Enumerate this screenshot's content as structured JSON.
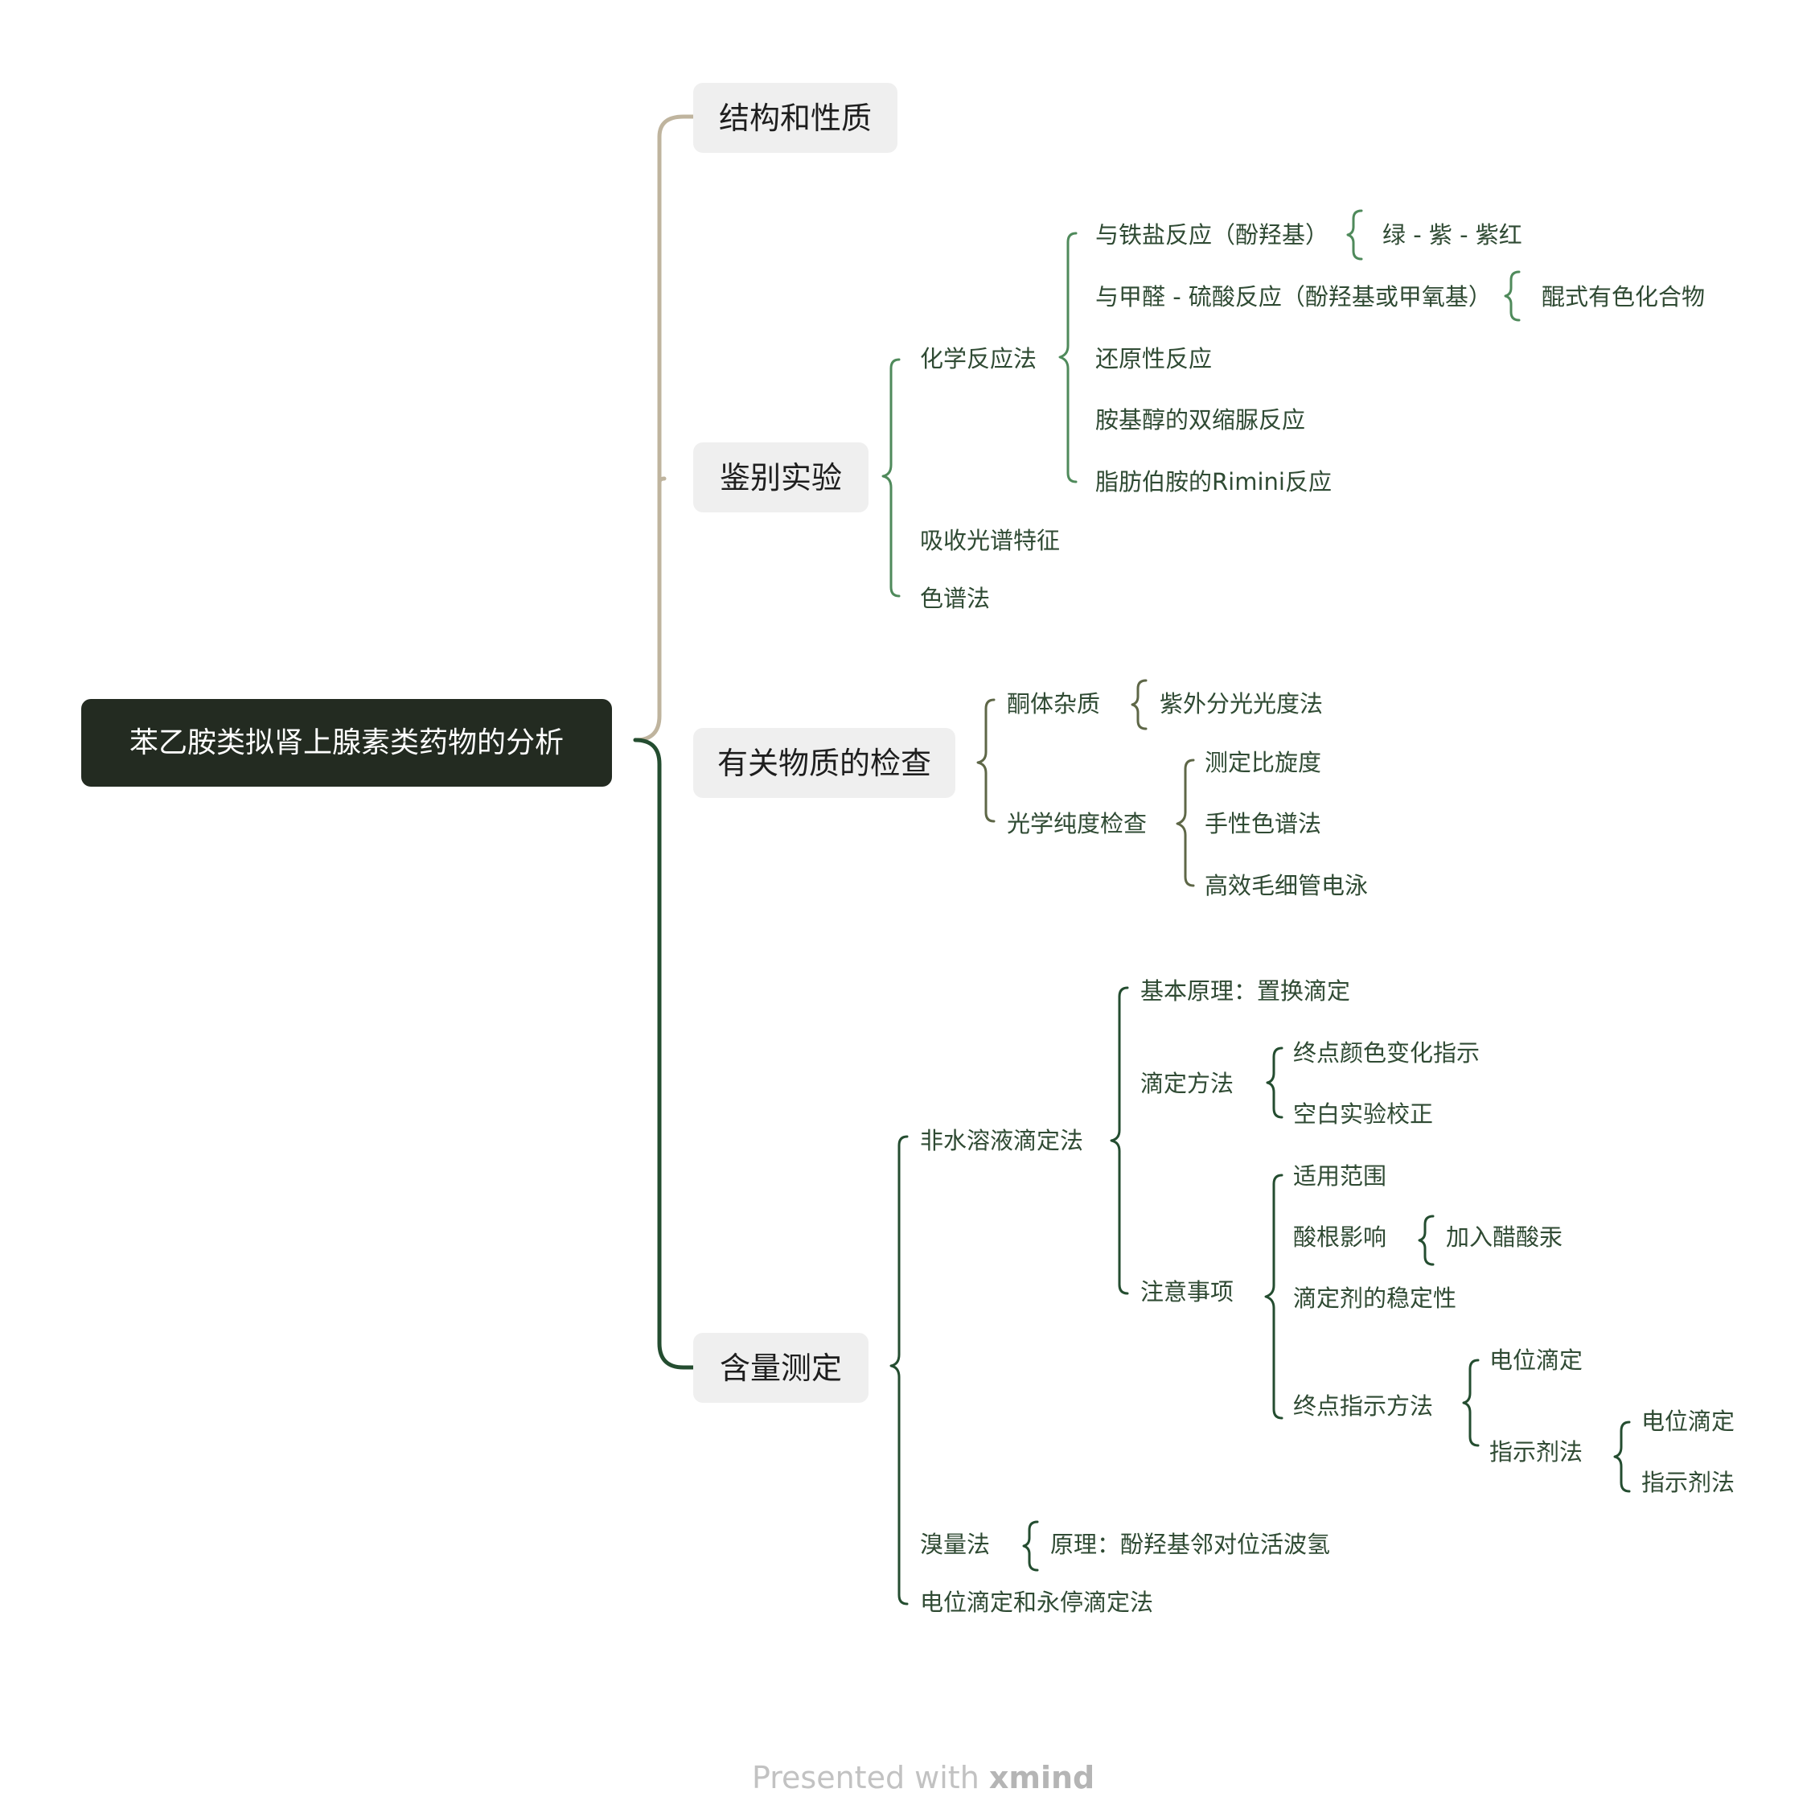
{
  "root": "苯乙胺类拟肾上腺素类药物的分析",
  "branches": {
    "structure": "结构和性质",
    "identify": "鉴别实验",
    "related": "有关物质的检查",
    "assay": "含量测定"
  },
  "identify": {
    "chem": "化学反应法",
    "iron": "与铁盐反应（酚羟基）",
    "iron_color": "绿 - 紫 - 紫红",
    "formaldehyde": "与甲醛 - 硫酸反应（酚羟基或甲氧基）",
    "quinone": "醌式有色化合物",
    "reduction": "还原性反应",
    "biuret": "胺基醇的双缩脲反应",
    "rimini": "脂肪伯胺的Rimini反应",
    "absorption": "吸收光谱特征",
    "chromatography": "色谱法"
  },
  "related": {
    "ketone": "酮体杂质",
    "uv": "紫外分光光度法",
    "optical": "光学纯度检查",
    "rotation": "测定比旋度",
    "chiral": "手性色谱法",
    "ce": "高效毛细管电泳"
  },
  "assay": {
    "nonaqueous": "非水溶液滴定法",
    "principle": "基本原理：置换滴定",
    "method": "滴定方法",
    "endpoint_color": "终点颜色变化指示",
    "blank": "空白实验校正",
    "notes": "注意事项",
    "scope": "适用范围",
    "acid_effect": "酸根影响",
    "mercury": "加入醋酸汞",
    "stability": "滴定剂的稳定性",
    "endpoint_methods": "终点指示方法",
    "potentiometric_1": "电位滴定",
    "indicator_1": "指示剂法",
    "potentiometric_2": "电位滴定",
    "indicator_2": "指示剂法",
    "bromine": "溴量法",
    "bromine_principle": "原理：酚羟基邻对位活波氢",
    "potentio_deadstop": "电位滴定和永停滴定法"
  },
  "footer": {
    "prefix": "Presented with",
    "brand": "xmind"
  },
  "colors": {
    "root_bg": "#232b21",
    "branch_bg": "#efefef",
    "structure_line": "#bfb49e",
    "identify_line": "#4f8a5b",
    "related_line": "#5e6747",
    "assay_line": "#244d30"
  }
}
